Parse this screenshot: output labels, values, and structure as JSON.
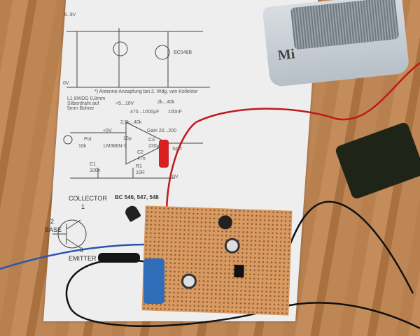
{
  "schematic_top": {
    "supply": "6..9V",
    "label_0v": "0V",
    "transistor": "BC548B"
  },
  "notes": {
    "antenna": "*) Antenne Anzapfung bei 2. Wdg. von Kollektor",
    "coil": "L1 8WDG 0,8mm Silberdraht auf 5mm Bohrer",
    "supply": "+5...10V",
    "r_range": "2k...40k",
    "cap1": "470...1000µF",
    "cap2": "100nF",
    "rpot": "2,5k...40k",
    "gain": "Gain 20...200",
    "cap3": "10µ"
  },
  "amp": {
    "ic": "LM386N-1",
    "plus": "+5V",
    "pot": "Pot",
    "pot_value": "10k",
    "c1": "C1",
    "c1_value": "100n",
    "c2": "C2",
    "c2_value": "47n",
    "c3": "C3",
    "c3_value": "220µ",
    "r1": "R1",
    "r1_value": "10R",
    "speaker": "Spkr",
    "ground": "0V"
  },
  "pinout": {
    "collector": "COLLECTOR",
    "collector_pin": "1",
    "base": "BASE",
    "base_pin": "2",
    "emitter": "EMITTER",
    "emitter_pin": "3",
    "part": "BC 546, 547, 548"
  },
  "speaker_brand": "Mi"
}
